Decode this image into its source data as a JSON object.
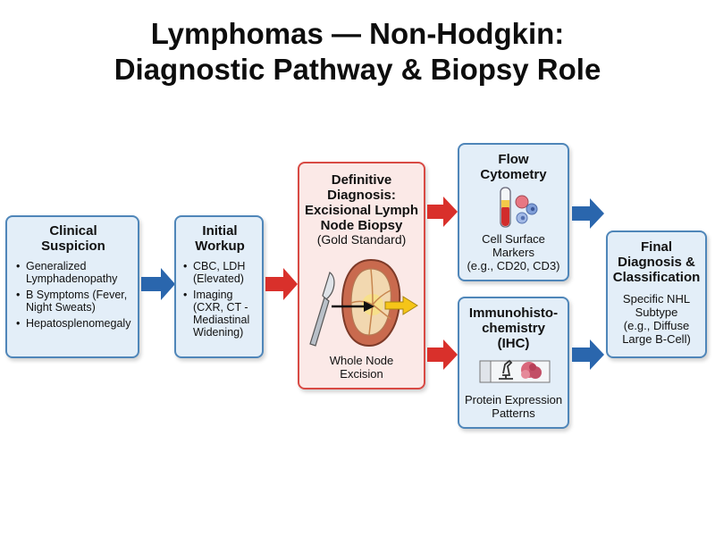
{
  "title": {
    "line1": "Lymphomas — Non-Hodgkin:",
    "line2": "Diagnostic Pathway & Biopsy Role"
  },
  "clinical_suspicion": {
    "heading_1": "Clinical",
    "heading_2": "Suspicion",
    "bullets": [
      "Generalized Lymphadenopathy",
      "B Symptoms (Fever, Night Sweats)",
      "Hepatosplenomegaly"
    ]
  },
  "initial_workup": {
    "heading_1": "Initial",
    "heading_2": "Workup",
    "bullets": [
      "CBC, LDH (Elevated)",
      "Imaging (CXR, CT - Mediastinal Widening)"
    ]
  },
  "biopsy": {
    "heading_lines": [
      "Definitive",
      "Diagnosis:",
      "Excisional Lymph",
      "Node Biopsy"
    ],
    "subheading": "(Gold Standard)",
    "caption_1": "Whole Node",
    "caption_2": "Excision"
  },
  "flow_cytometry": {
    "heading_1": "Flow",
    "heading_2": "Cytometry",
    "text_lines": [
      "Cell Surface",
      "Markers",
      "(e.g., CD20, CD3)"
    ]
  },
  "ihc": {
    "heading_1": "Immunohisto-",
    "heading_2": "chemistry",
    "heading_3": "(IHC)",
    "text_1": "Protein Expression",
    "text_2": "Patterns"
  },
  "final": {
    "heading_lines": [
      "Final",
      "Diagnosis &",
      "Classification"
    ],
    "text_lines": [
      "Specific NHL",
      "Subtype",
      "(e.g., Diffuse",
      "Large B-Cell)"
    ]
  },
  "colors": {
    "blue_arrow": "#2a66ad",
    "red_arrow": "#d9302b",
    "box_blue_border": "#4f86b9",
    "box_red_border": "#d84a44"
  }
}
